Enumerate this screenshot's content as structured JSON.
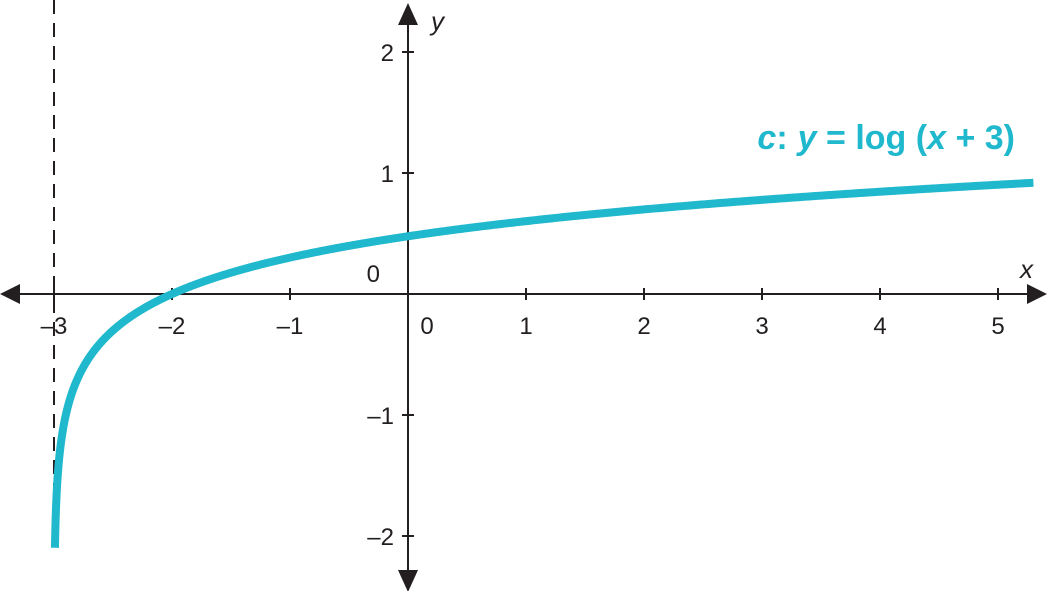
{
  "chart_data": {
    "type": "line",
    "title": "",
    "xlabel": "x",
    "ylabel": "y",
    "xlim": [
      -3.35,
      5.45
    ],
    "ylim": [
      -2.35,
      2.45
    ],
    "x_ticks": [
      -3,
      -2,
      -1,
      1,
      2,
      3,
      4,
      5
    ],
    "x_tick_labels": [
      "–3",
      "–2",
      "–1",
      "1",
      "2",
      "3",
      "4",
      "5"
    ],
    "y_ticks": [
      -2,
      -1,
      1,
      2
    ],
    "y_tick_labels": [
      "–2",
      "–1",
      "1",
      "2"
    ],
    "origin_labels": {
      "x": "0",
      "y": "0"
    },
    "asymptote": {
      "type": "vertical",
      "x": -3,
      "style": "dashed"
    },
    "series": [
      {
        "name": "c: y = log (x + 3)",
        "label_parts": {
          "name": "c",
          "colon": ":",
          "y": "y",
          "eq": " = log (",
          "x": "x",
          "rest": " + 3)"
        },
        "function": "log10(x + 3)",
        "color": "#1fb8cd",
        "x": [
          -2.992,
          -2.98,
          -2.95,
          -2.9,
          -2.8,
          -2.6,
          -2.3,
          -2,
          -1.5,
          -1,
          0,
          1,
          2,
          3,
          4,
          5,
          5.3
        ],
        "y": [
          -2.097,
          -1.699,
          -1.301,
          -1.0,
          -0.699,
          -0.398,
          -0.155,
          0,
          0.176,
          0.301,
          0.477,
          0.602,
          0.699,
          0.778,
          0.845,
          0.903,
          0.919
        ]
      }
    ],
    "grid": false,
    "legend": "inline label near upper right of curve"
  }
}
